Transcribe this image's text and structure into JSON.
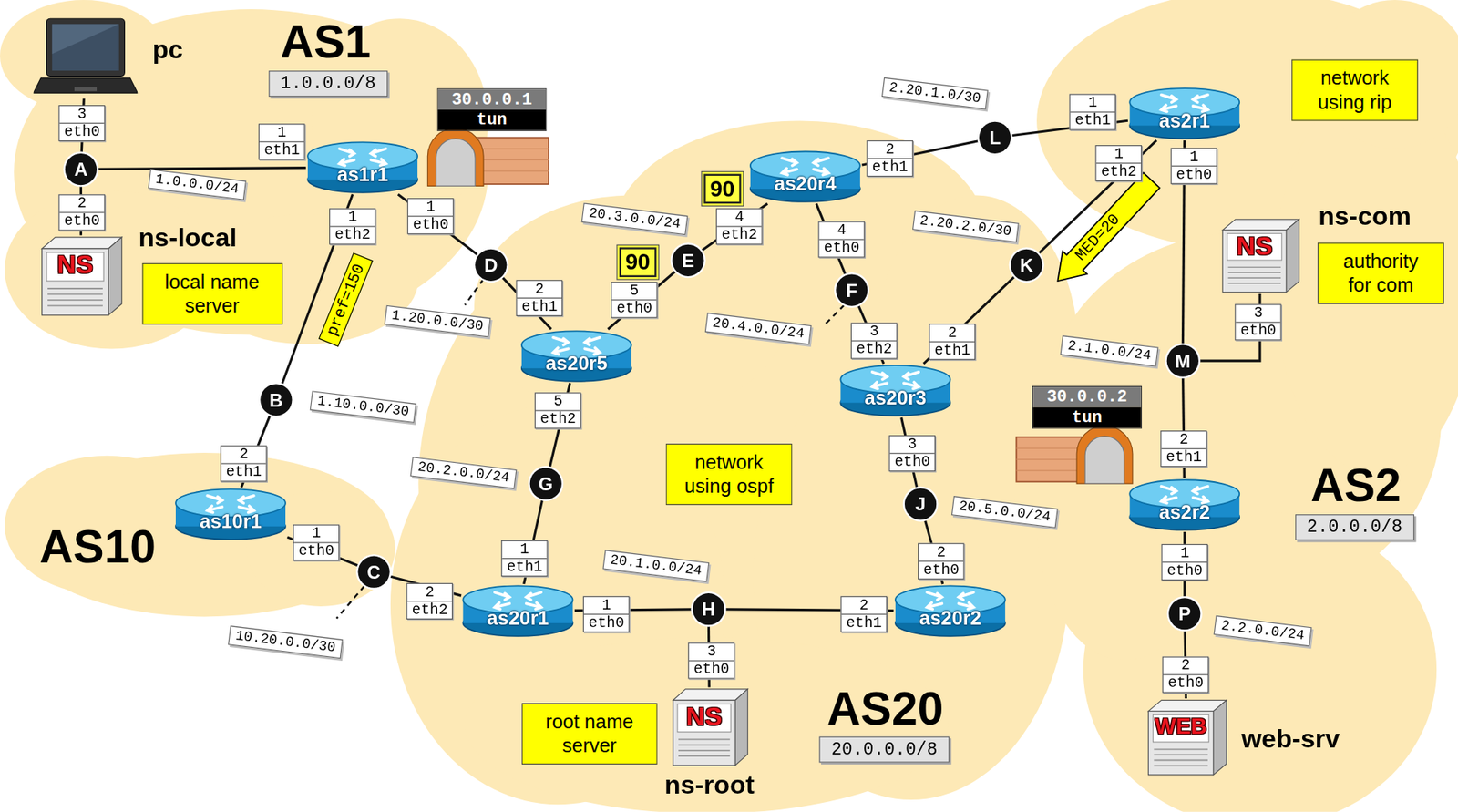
{
  "diagram": {
    "nodes": [
      {
        "text": [
          "pc"
        ]
      },
      {
        "text": [
          "NS",
          "ns-local"
        ]
      },
      {
        "text": [
          "local name server"
        ]
      },
      {
        "text": [
          "1.0.0.0/8"
        ]
      },
      {
        "text": [
          "as1r1"
        ]
      },
      {
        "text": [
          "30.0.0.1",
          "tun"
        ]
      },
      {
        "text": [
          "as10r1"
        ]
      },
      {
        "text": [
          "as20r5"
        ]
      },
      {
        "text": [
          "as20r4"
        ]
      },
      {
        "text": [
          "as20r3"
        ]
      },
      {
        "text": [
          "as20r1"
        ]
      },
      {
        "text": [
          "as20r2"
        ]
      },
      {
        "text": [
          "NS",
          "ns-root"
        ]
      },
      {
        "text": [
          "root name server"
        ]
      },
      {
        "text": [
          "20.0.0.0/8"
        ]
      },
      {
        "text": [
          "network using ospf"
        ]
      },
      {
        "text": [
          "as2r1"
        ]
      },
      {
        "text": [
          "as2r2"
        ]
      },
      {
        "text": [
          "NS",
          "ns-com"
        ]
      },
      {
        "text": [
          "authority for com"
        ]
      },
      {
        "text": [
          "network using rip"
        ]
      },
      {
        "text": [
          "2.0.0.0/8"
        ]
      },
      {
        "text": [
          "WEB",
          "web-srv"
        ]
      },
      {
        "text": [
          "30.0.0.2",
          "tun"
        ]
      },
      {
        "text": [
          "90"
        ]
      },
      {
        "text": [
          "90"
        ]
      },
      {
        "text": [
          "pref=150"
        ]
      },
      {
        "text": [
          "MED=20"
        ]
      },
      {
        "text": [
          "A"
        ]
      },
      {
        "text": [
          "B"
        ]
      },
      {
        "text": [
          "C"
        ]
      },
      {
        "text": [
          "D"
        ]
      },
      {
        "text": [
          "E"
        ]
      },
      {
        "text": [
          "F"
        ]
      },
      {
        "text": [
          "G"
        ]
      },
      {
        "text": [
          "H"
        ]
      },
      {
        "text": [
          "J"
        ]
      },
      {
        "text": [
          "K"
        ]
      },
      {
        "text": [
          "L"
        ]
      },
      {
        "text": [
          "M"
        ]
      },
      {
        "text": [
          "P"
        ]
      },
      {
        "text": [
          "1.0.0.0/24"
        ]
      },
      {
        "text": [
          "1.20.0.0/30"
        ]
      },
      {
        "text": [
          "1.10.0.0/30"
        ]
      },
      {
        "text": [
          "10.20.0.0/30"
        ]
      },
      {
        "text": [
          "20.3.0.0/24"
        ]
      },
      {
        "text": [
          "20.4.0.0/24"
        ]
      },
      {
        "text": [
          "20.2.0.0/24"
        ]
      },
      {
        "text": [
          "20.1.0.0/24"
        ]
      },
      {
        "text": [
          "20.5.0.0/24"
        ]
      },
      {
        "text": [
          "2.20.1.0/30"
        ]
      },
      {
        "text": [
          "2.20.2.0/30"
        ]
      },
      {
        "text": [
          "2.1.0.0/24"
        ]
      },
      {
        "text": [
          "2.2.0.0/24"
        ]
      },
      {
        "text": [
          "3",
          "eth0"
        ]
      },
      {
        "text": [
          "2",
          "eth0"
        ]
      },
      {
        "text": [
          "1",
          "eth1"
        ]
      },
      {
        "text": [
          "1",
          "eth2"
        ]
      },
      {
        "text": [
          "1",
          "eth0"
        ]
      },
      {
        "text": [
          "2",
          "eth1"
        ]
      },
      {
        "text": [
          "1",
          "eth0"
        ]
      },
      {
        "text": [
          "2",
          "eth2"
        ]
      },
      {
        "text": [
          "1",
          "eth1"
        ]
      },
      {
        "text": [
          "1",
          "eth0"
        ]
      },
      {
        "text": [
          "3",
          "eth0"
        ]
      },
      {
        "text": [
          "2",
          "eth1"
        ]
      },
      {
        "text": [
          "2",
          "eth0"
        ]
      },
      {
        "text": [
          "2",
          "eth1"
        ]
      },
      {
        "text": [
          "5",
          "eth0"
        ]
      },
      {
        "text": [
          "5",
          "eth2"
        ]
      },
      {
        "text": [
          "4",
          "eth2"
        ]
      },
      {
        "text": [
          "4",
          "eth0"
        ]
      },
      {
        "text": [
          "2",
          "eth1"
        ]
      },
      {
        "text": [
          "3",
          "eth2"
        ]
      },
      {
        "text": [
          "2",
          "eth1"
        ]
      },
      {
        "text": [
          "3",
          "eth0"
        ]
      },
      {
        "text": [
          "1",
          "eth1"
        ]
      },
      {
        "text": [
          "1",
          "eth2"
        ]
      },
      {
        "text": [
          "1",
          "eth0"
        ]
      },
      {
        "text": [
          "3",
          "eth0"
        ]
      },
      {
        "text": [
          "2",
          "eth1"
        ]
      },
      {
        "text": [
          "1",
          "eth0"
        ]
      },
      {
        "text": [
          "2",
          "eth0"
        ]
      }
    ],
    "edges": [
      {
        "from": 0,
        "to": 28,
        "arrow": "none"
      },
      {
        "from": 28,
        "to": 1,
        "arrow": "none"
      },
      {
        "from": 28,
        "to": 4,
        "arrow": "none"
      },
      {
        "from": 4,
        "to": 29,
        "arrow": "none"
      },
      {
        "from": 4,
        "to": 31,
        "arrow": "none"
      },
      {
        "from": 29,
        "to": 6,
        "arrow": "none"
      },
      {
        "from": 6,
        "to": 30,
        "arrow": "none"
      },
      {
        "from": 30,
        "to": 10,
        "arrow": "none"
      },
      {
        "from": 31,
        "to": 7,
        "arrow": "none"
      },
      {
        "from": 7,
        "to": 32,
        "arrow": "none"
      },
      {
        "from": 32,
        "to": 8,
        "arrow": "none"
      },
      {
        "from": 7,
        "to": 34,
        "arrow": "none"
      },
      {
        "from": 34,
        "to": 10,
        "arrow": "none"
      },
      {
        "from": 10,
        "to": 35,
        "arrow": "none"
      },
      {
        "from": 35,
        "to": 12,
        "arrow": "none"
      },
      {
        "from": 35,
        "to": 11,
        "arrow": "none"
      },
      {
        "from": 11,
        "to": 36,
        "arrow": "none"
      },
      {
        "from": 36,
        "to": 9,
        "arrow": "none"
      },
      {
        "from": 9,
        "to": 33,
        "arrow": "none"
      },
      {
        "from": 33,
        "to": 8,
        "arrow": "none"
      },
      {
        "from": 8,
        "to": 38,
        "arrow": "none"
      },
      {
        "from": 38,
        "to": 16,
        "arrow": "none"
      },
      {
        "from": 9,
        "to": 37,
        "arrow": "none"
      },
      {
        "from": 37,
        "to": 16,
        "arrow": "none"
      },
      {
        "from": 16,
        "to": 39,
        "arrow": "none"
      },
      {
        "from": 39,
        "to": 18,
        "arrow": "none"
      },
      {
        "from": 39,
        "to": 17,
        "arrow": "none"
      },
      {
        "from": 17,
        "to": 40,
        "arrow": "none"
      },
      {
        "from": 40,
        "to": 22,
        "arrow": "none"
      }
    ],
    "labels": [
      "AS1",
      "AS10",
      "AS20",
      "AS2"
    ]
  }
}
